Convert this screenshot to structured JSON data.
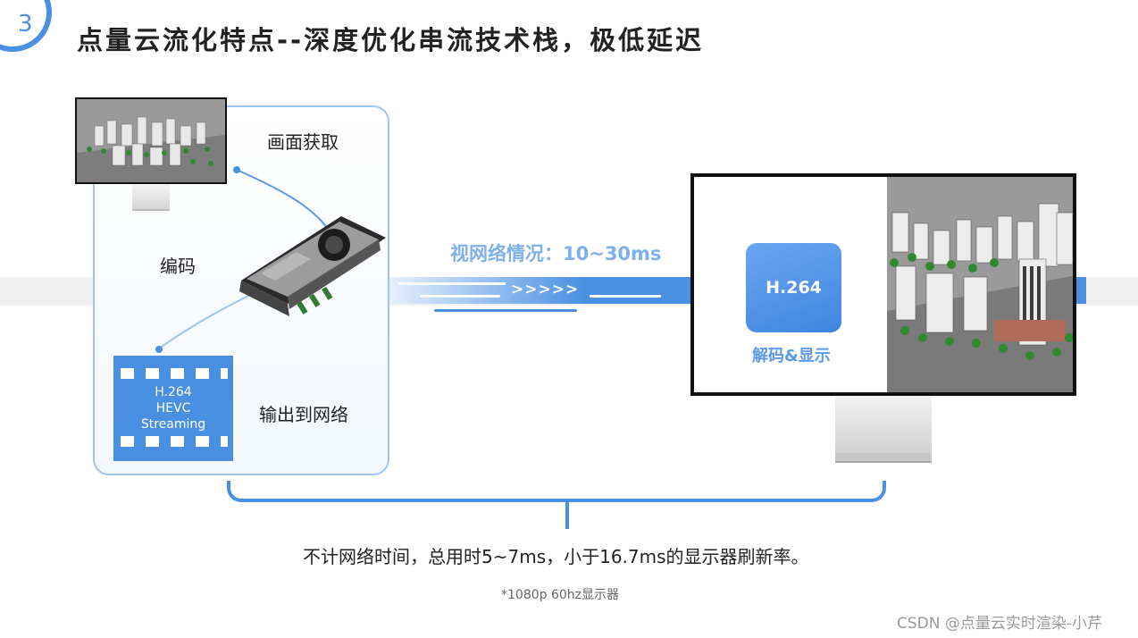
{
  "header": {
    "step_number": "3",
    "title": "点量云流化特点--深度优化串流技术栈，极低延迟"
  },
  "panel": {
    "capture_label": "画面获取",
    "encode_label": "编码",
    "output_label": "输出到网络",
    "film_lines": [
      "H.264",
      "HEVC",
      "Streaming"
    ]
  },
  "network": {
    "label": "视网络情况：10~30ms",
    "chevrons": ">>>>>",
    "chevrons_short": ">>"
  },
  "client": {
    "codec": "H.264",
    "decode_label": "解码&显示"
  },
  "summary": {
    "text": "不计网络时间，总用时5~7ms，小于16.7ms的显示器刷新率。",
    "footnote": "*1080p 60hz显示器"
  },
  "watermark": "CSDN @点量云实时渲染-小芹",
  "colors": {
    "accent": "#4a90e2",
    "panel_border": "#9ec5f2",
    "band": "#f0f0f0"
  }
}
